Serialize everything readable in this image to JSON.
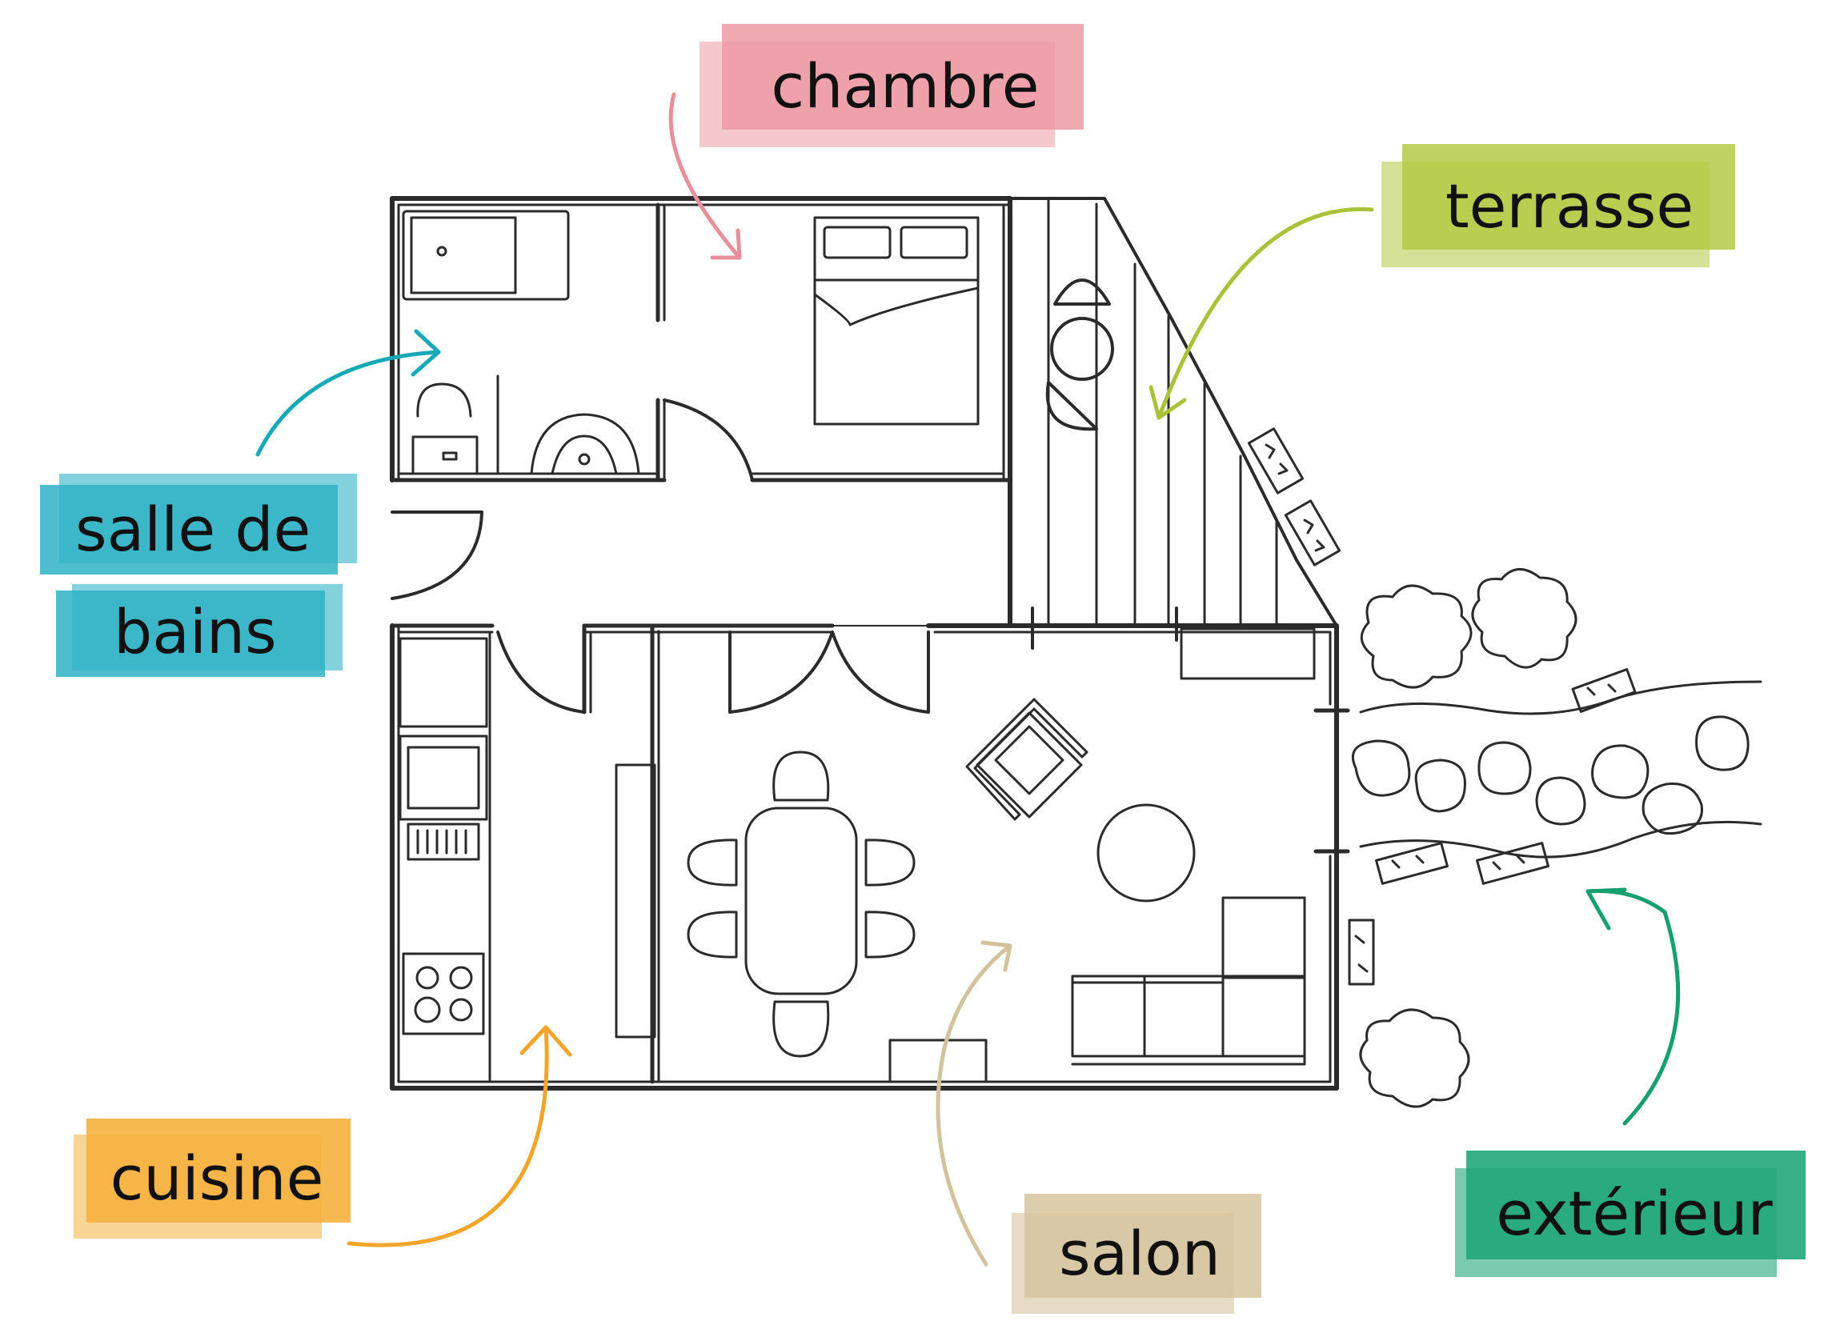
{
  "diagram": {
    "labels": {
      "chambre": {
        "text": "chambre",
        "color": "#ec9aa3"
      },
      "terrasse": {
        "text": "terrasse",
        "color": "#b4c944"
      },
      "salle": {
        "line1": "salle de",
        "line2": "bains",
        "color": "#2fb3c6"
      },
      "cuisine": {
        "text": "cuisine",
        "color": "#f5b13d"
      },
      "salon": {
        "text": "salon",
        "color": "#d6c49f"
      },
      "exterieur": {
        "text": "extérieur",
        "color": "#21a67a"
      }
    },
    "arrow_colors": {
      "chambre": "#e8909a",
      "terrasse": "#a9c23a",
      "salle": "#17a9b7",
      "cuisine": "#f2a52b",
      "salon": "#d3c39d",
      "exterieur": "#16a06f"
    },
    "line_color": "#2b2b2b"
  }
}
